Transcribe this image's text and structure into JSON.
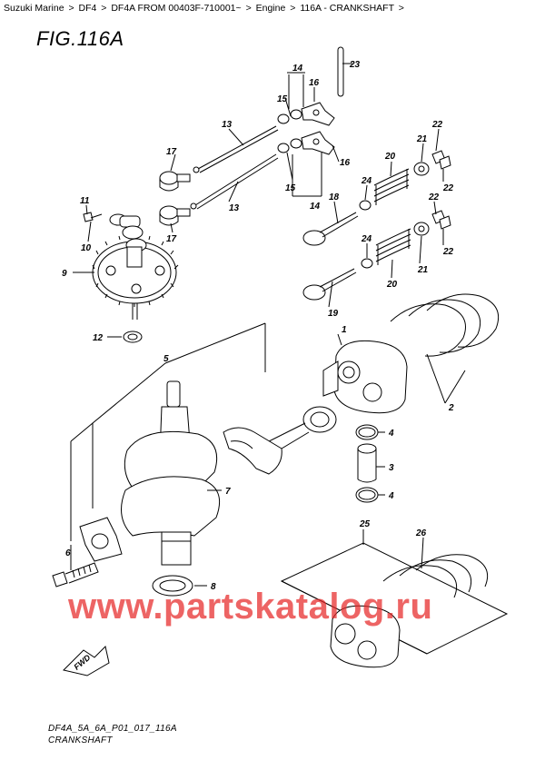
{
  "breadcrumb": {
    "items": [
      "Suzuki Marine",
      "DF4",
      "DF4A FROM 00403F-710001~",
      "Engine",
      "116A - CRANKSHAFT"
    ],
    "separator": ">"
  },
  "figure": {
    "title": "FIG.116A",
    "code": "DF4A_5A_6A_P01_017_116A",
    "caption": "CRANKSHAFT",
    "fwd_label": "FWD"
  },
  "watermark": {
    "text": "www.partskatalog.ru",
    "color": "#e62828"
  },
  "callouts": {
    "c1": "1",
    "c2": "2",
    "c3": "3",
    "c4a": "4",
    "c4b": "4",
    "c5": "5",
    "c6": "6",
    "c7": "7",
    "c8": "8",
    "c9": "9",
    "c10": "10",
    "c11": "11",
    "c12": "12",
    "c13a": "13",
    "c13b": "13",
    "c14a": "14",
    "c14b": "14",
    "c15a": "15",
    "c15b": "15",
    "c16a": "16",
    "c16b": "16",
    "c17a": "17",
    "c17b": "17",
    "c18": "18",
    "c19": "19",
    "c20a": "20",
    "c20b": "20",
    "c21a": "21",
    "c21b": "21",
    "c22a": "22",
    "c22b": "22",
    "c22c": "22",
    "c22d": "22",
    "c23": "23",
    "c24a": "24",
    "c24b": "24",
    "c25": "25",
    "c26": "26"
  }
}
